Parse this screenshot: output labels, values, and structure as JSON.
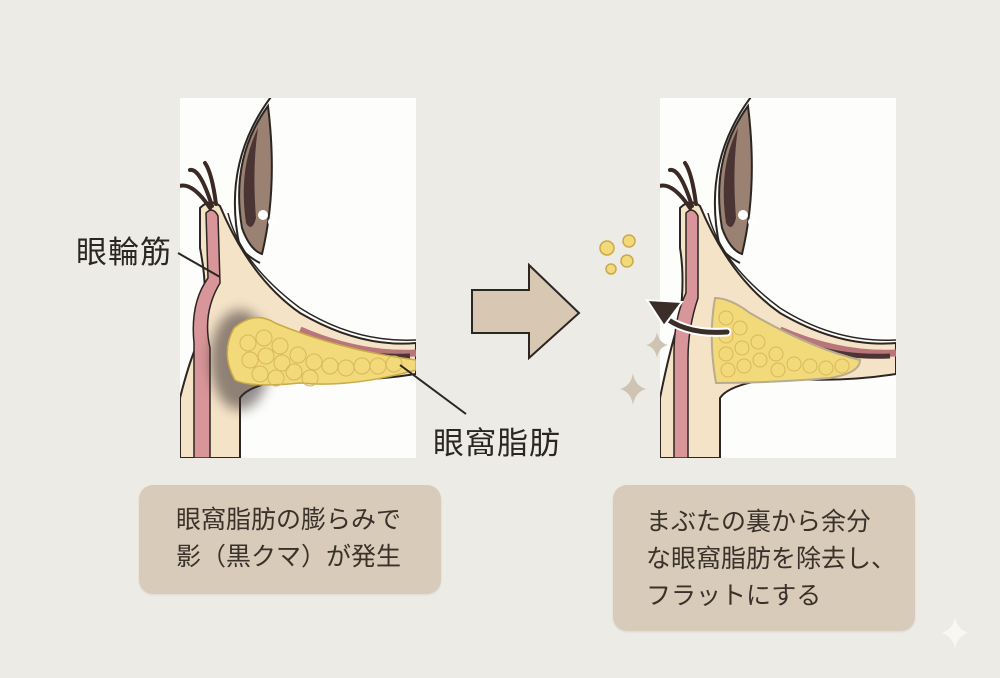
{
  "labels": {
    "muscle": "眼輪筋",
    "fat": "眼窩脂肪"
  },
  "captions": {
    "before": [
      "眼窩脂肪の膨らみで",
      "影（黒クマ）が発生"
    ],
    "after": [
      "まぶたの裏から余分",
      "な眼窩脂肪を除去し、",
      "フラットにする"
    ]
  },
  "icons": {
    "transition_arrow": "right-arrow",
    "removal_arrow": "curved-arrow",
    "sparkles": "sparkle"
  },
  "colors": {
    "background": "#ecebe5",
    "caption_box": "#d8cbb9",
    "fat": "#f2d97a",
    "muscle": "#d9969a",
    "skin": "#f5e3c8",
    "iris": "#8b7363",
    "pupil": "#4b3434",
    "arrow_fill": "#d8c7b3",
    "outline": "#2b2622"
  }
}
